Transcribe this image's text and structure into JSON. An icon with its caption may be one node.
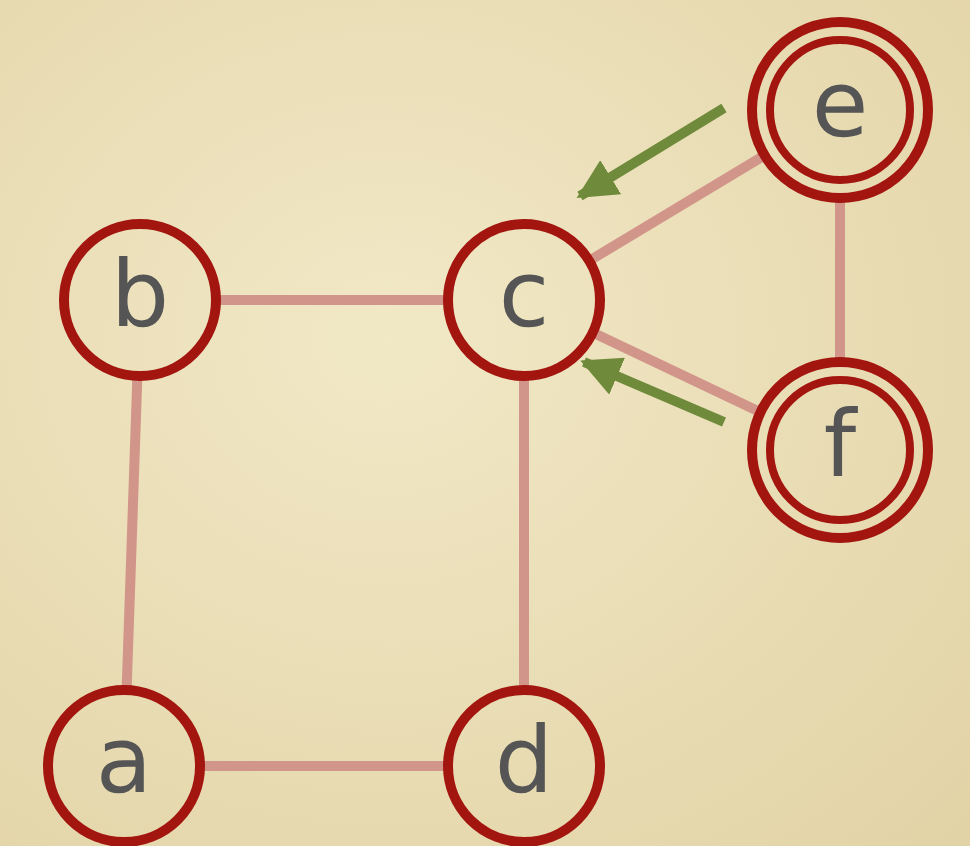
{
  "diagram": {
    "nodes": [
      {
        "text": [
          "e"
        ]
      },
      {
        "text": [
          "b"
        ]
      },
      {
        "text": [
          "c"
        ]
      },
      {
        "text": [
          "f"
        ]
      },
      {
        "text": [
          "a"
        ]
      },
      {
        "text": [
          "d"
        ]
      }
    ],
    "edges": [
      {
        "from": 1,
        "to": 2,
        "arrow": "none"
      },
      {
        "from": 2,
        "to": 0,
        "arrow": "none"
      },
      {
        "from": 2,
        "to": 3,
        "arrow": "none"
      },
      {
        "from": 0,
        "to": 3,
        "arrow": "none"
      },
      {
        "from": 1,
        "to": 4,
        "arrow": "none"
      },
      {
        "from": 2,
        "to": 5,
        "arrow": "none"
      },
      {
        "from": 4,
        "to": 5,
        "arrow": "none"
      }
    ]
  }
}
